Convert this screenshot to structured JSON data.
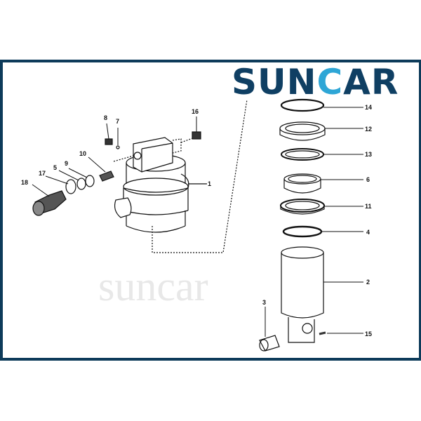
{
  "brand": {
    "logo_text_prefix": "SUN",
    "logo_text_c": "C",
    "logo_text_suffix": "AR",
    "watermark": "suncar",
    "colors": {
      "frame": "#0d3b5a",
      "logo_dark": "#0f3f63",
      "logo_accent": "#2ea6d6"
    }
  },
  "diagram": {
    "part_labels_left": [
      "1",
      "16",
      "8",
      "7",
      "10",
      "9",
      "5",
      "17",
      "18"
    ],
    "part_labels_right": [
      "14",
      "12",
      "13",
      "6",
      "11",
      "4",
      "2",
      "15",
      "3"
    ]
  }
}
